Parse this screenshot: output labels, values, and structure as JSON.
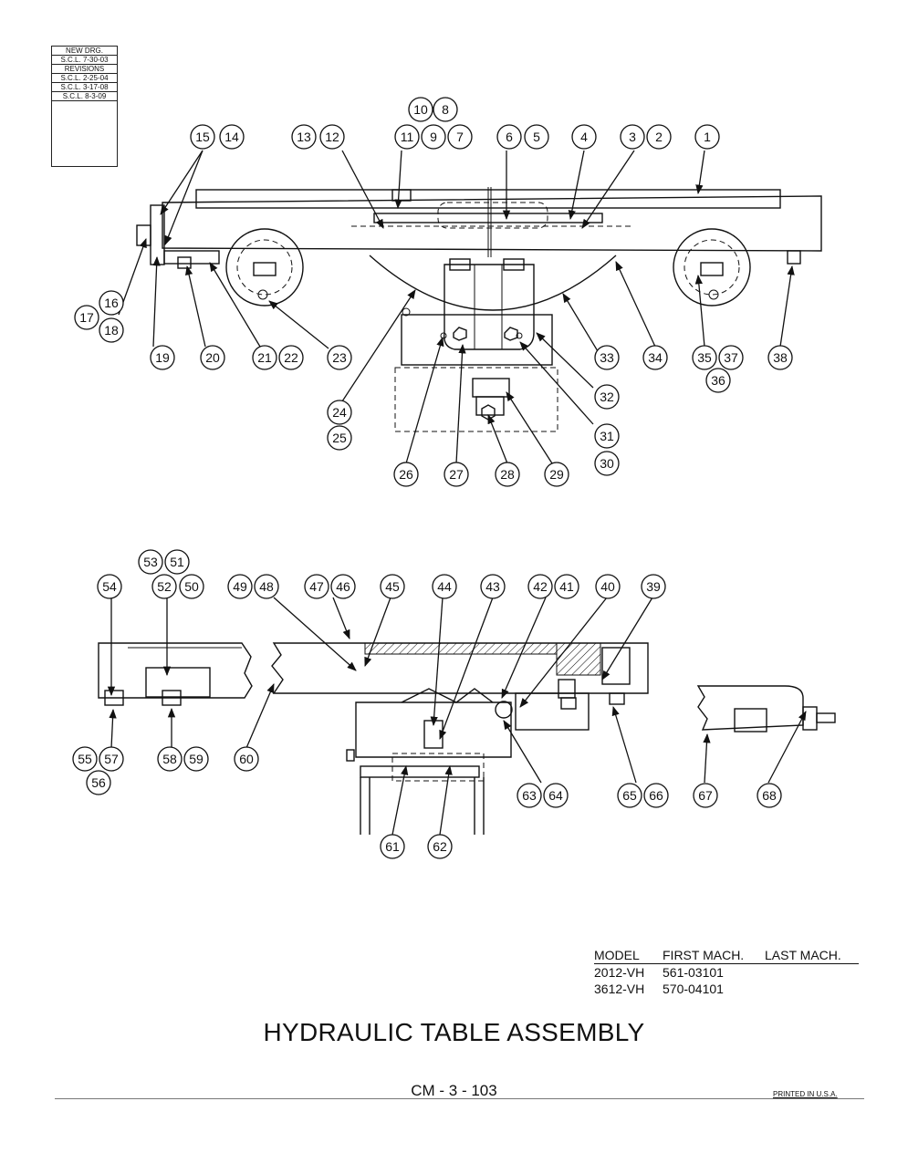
{
  "revision_block": {
    "new_drawing_label": "NEW DRG.",
    "new_drawing_entry": "S.C.L. 7-30-03",
    "revisions_label": "REVISIONS",
    "revisions": [
      "S.C.L. 2-25-04",
      "S.C.L. 3-17-08",
      "S.C.L. 8-3-09"
    ]
  },
  "callouts_top": [
    "15",
    "14",
    "13",
    "12",
    "10",
    "8",
    "11",
    "9",
    "7",
    "6",
    "5",
    "4",
    "3",
    "2",
    "1",
    "16",
    "17",
    "18",
    "19",
    "20",
    "21",
    "22",
    "23",
    "24",
    "25",
    "26",
    "27",
    "28",
    "29",
    "30",
    "31",
    "32",
    "33",
    "34",
    "35",
    "37",
    "36",
    "38"
  ],
  "callouts_bottom": [
    "53",
    "51",
    "52",
    "50",
    "54",
    "49",
    "48",
    "47",
    "46",
    "45",
    "44",
    "43",
    "42",
    "41",
    "40",
    "39",
    "55",
    "57",
    "56",
    "58",
    "59",
    "60",
    "61",
    "62",
    "63",
    "64",
    "65",
    "66",
    "67",
    "68"
  ],
  "model_table": {
    "headers": [
      "MODEL",
      "FIRST MACH.",
      "LAST MACH."
    ],
    "rows": [
      [
        "2012-VH",
        "561-03101",
        ""
      ],
      [
        "3612-VH",
        "570-04101",
        ""
      ]
    ]
  },
  "title": "HYDRAULIC TABLE ASSEMBLY",
  "page_number": "CM - 3 - 103",
  "printed": "PRINTED IN U.S.A."
}
